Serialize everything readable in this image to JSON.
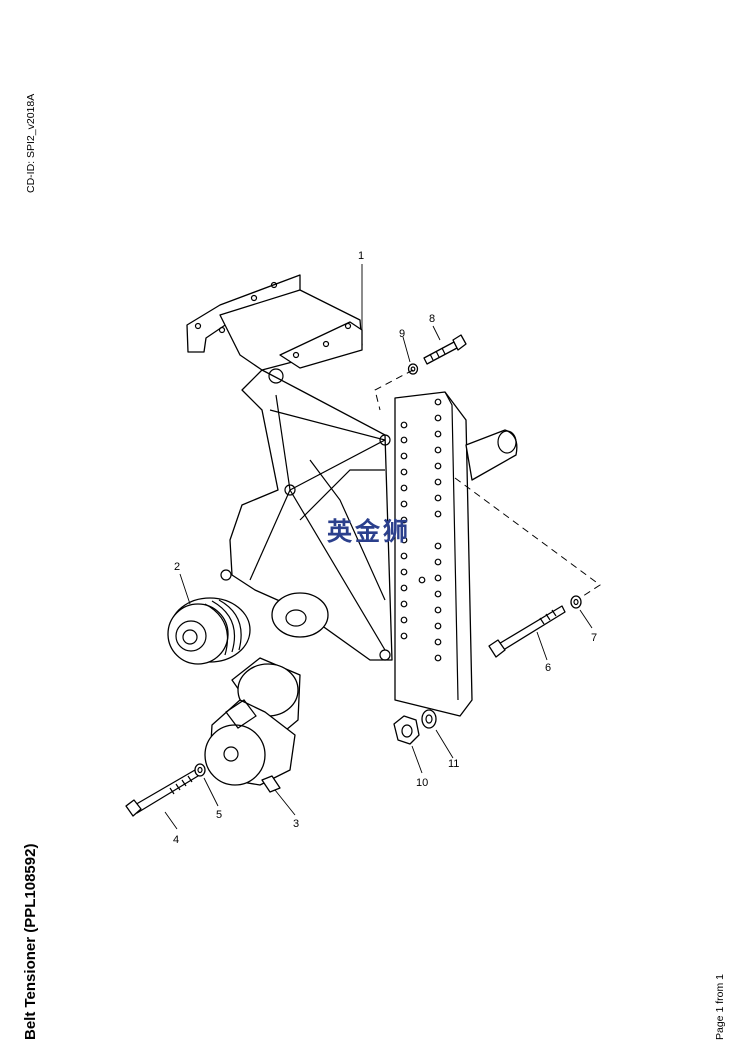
{
  "document": {
    "cd_id": "CD-ID: SPI2_v2018A",
    "title": "Belt Tensioner (PPL108592)",
    "page_info": "Page 1 from 1"
  },
  "watermark": {
    "text": "英金狮",
    "color": "#2b3f8c"
  },
  "callouts": {
    "c1": "1",
    "c2": "2",
    "c3": "3",
    "c4": "4",
    "c5": "5",
    "c6": "6",
    "c7": "7",
    "c8": "8",
    "c9": "9",
    "c10": "10",
    "c11": "11"
  }
}
